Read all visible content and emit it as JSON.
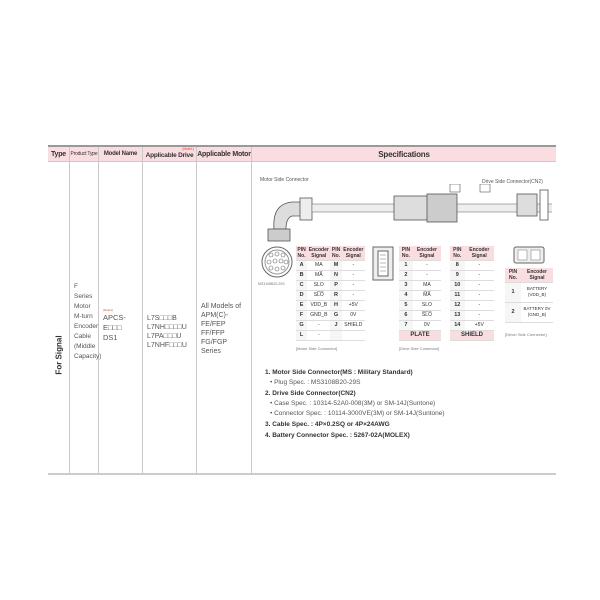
{
  "headers": {
    "type": "Type",
    "product_type": "Product Type",
    "model_name": "Model Name",
    "applicable_drive": "Applicable Drive",
    "drive_note": "(Note1)",
    "applicable_motor": "Applicable Motor",
    "specifications": "Specifications"
  },
  "row": {
    "type": "For Signal",
    "product_type": [
      "F",
      "Series",
      "Motor",
      "M-turn",
      "Encoder",
      "Cable",
      "(Middle",
      "Capacity)"
    ],
    "model_note": "(Note1)",
    "model_name": [
      "APCS-",
      "E□□□",
      "DS1"
    ],
    "applicable_drive": [
      "L7S□□□B",
      "L7NH□□□□U",
      "L7PA□□□U",
      "L7NHF□□□U"
    ],
    "applicable_motor": [
      "All Models of",
      "APM(C)-",
      "FE/FEP",
      "FF/FFP",
      "FG/FGP",
      "Series"
    ]
  },
  "diagram": {
    "motor_side_label": "Motor Side Connector",
    "drive_side_label": "Drive Side Connector(CN2)",
    "connector_part": "MS3108B20-29S"
  },
  "motor_table": {
    "headers": [
      "PIN No.",
      "Encoder Signal",
      "PIN No.",
      "Encoder Signal"
    ],
    "rows": [
      [
        "A",
        "MA",
        "M",
        "-"
      ],
      [
        "B",
        "MA̅",
        "N",
        "-"
      ],
      [
        "C",
        "SLO",
        "P",
        "-"
      ],
      [
        "D",
        "SL̅O̅",
        "R",
        "-"
      ],
      [
        "E",
        "VDD_B",
        "H",
        "+5V"
      ],
      [
        "F",
        "GND_B",
        "G",
        "0V"
      ],
      [
        "G",
        "-",
        "J",
        "SHIELD"
      ],
      [
        "L",
        "-",
        "",
        ""
      ]
    ],
    "caption": "[Motor Side Connector]"
  },
  "drive_table": {
    "headers": [
      "PIN No.",
      "Encoder Signal",
      "PIN No.",
      "Encoder Signal"
    ],
    "left": [
      [
        "1",
        "-"
      ],
      [
        "2",
        "-"
      ],
      [
        "3",
        "MA"
      ],
      [
        "4",
        "M̅A̅"
      ],
      [
        "5",
        "SLO"
      ],
      [
        "6",
        "S̅L̅O̅"
      ],
      [
        "7",
        "0V"
      ]
    ],
    "right": [
      [
        "8",
        "-"
      ],
      [
        "9",
        "-"
      ],
      [
        "10",
        "-"
      ],
      [
        "11",
        "-"
      ],
      [
        "12",
        "-"
      ],
      [
        "13",
        "-"
      ],
      [
        "14",
        "+5V"
      ]
    ],
    "left_footer": "PLATE",
    "right_footer": "SHIELD",
    "caption": "[Drive Side Connector]"
  },
  "battery_table": {
    "headers": [
      "PIN No.",
      "Encoder Signal"
    ],
    "rows": [
      [
        "1",
        "BATTERY",
        "(VDD_B)"
      ],
      [
        "2",
        "BATTERY 0V",
        "(GND_B)"
      ]
    ],
    "caption": "[Driver Side Connector]"
  },
  "notes": [
    {
      "title": "1. Motor Side Connector(MS : Military Standard)",
      "items": [
        "• Plug Spec. : MS3108B20-29S"
      ]
    },
    {
      "title": "2. Drive Side Connector(CN2)",
      "items": [
        "• Case Spec. : 10314-52A0-008(3M) or SM-14J(Suntone)",
        "• Connector Spec. : 10114-3000VE(3M) or SM-14J(Suntone)"
      ]
    },
    {
      "title": "3. Cable Spec. : 4P×0.2SQ or 4P×24AWG",
      "items": []
    },
    {
      "title": "4. Battery Connector Spec. : 5267-02A(MOLEX)",
      "items": []
    }
  ],
  "colors": {
    "header_bg": "#f9dde1",
    "note": "#e33333"
  }
}
